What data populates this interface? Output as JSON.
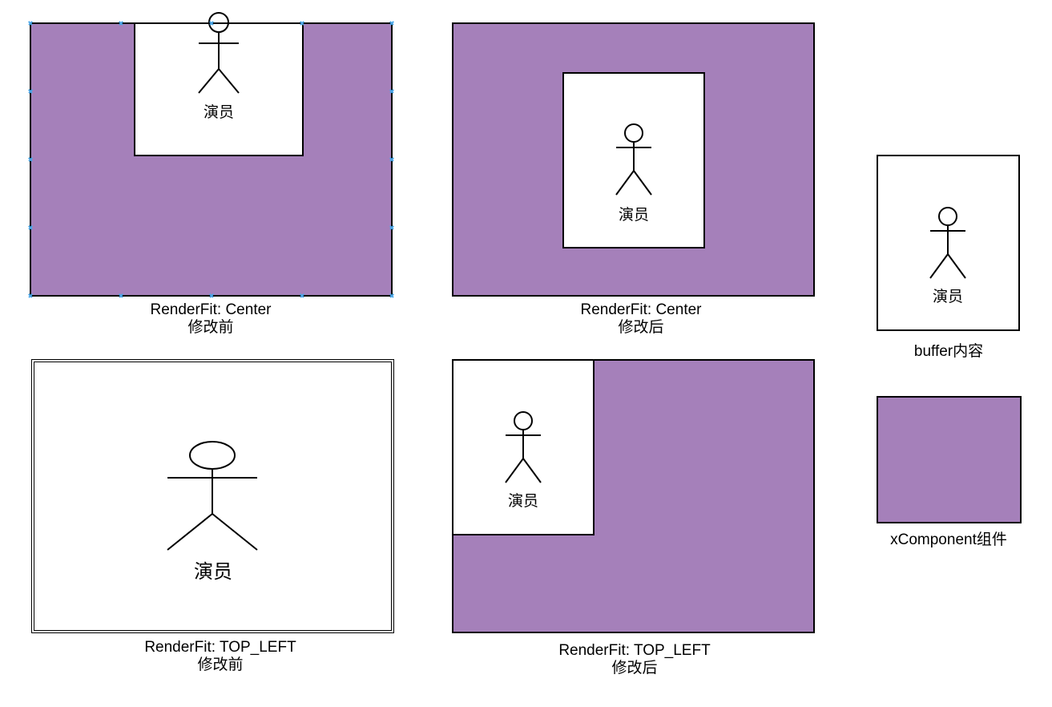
{
  "colors": {
    "xcomponent": "#a580ba",
    "buffer": "#ffffff",
    "selection_handle": "#49a6e8"
  },
  "icons": {
    "actor": "stick-figure-actor-icon"
  },
  "panels": {
    "center_before": {
      "caption_line1": "RenderFit: Center",
      "caption_line2": "修改前",
      "actor_label": "演员"
    },
    "center_after": {
      "caption_line1": "RenderFit: Center",
      "caption_line2": "修改后",
      "actor_label": "演员"
    },
    "top_left_before": {
      "caption_line1": "RenderFit: TOP_LEFT",
      "caption_line2": "修改前",
      "actor_label": "演员"
    },
    "top_left_after": {
      "caption_line1": "RenderFit: TOP_LEFT",
      "caption_line2": "修改后",
      "actor_label": "演员"
    }
  },
  "legend": {
    "buffer": {
      "label": "buffer内容",
      "actor_label": "演员"
    },
    "xcomponent": {
      "label": "xComponent组件"
    }
  }
}
